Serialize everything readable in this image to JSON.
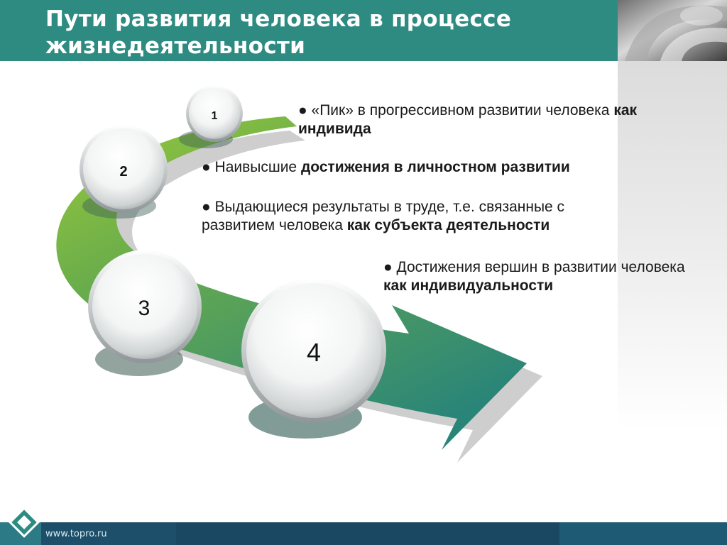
{
  "slide": {
    "title": "Пути развития человека в процессе жизнедеятельности",
    "footer_url": "www.topro.ru"
  },
  "steps": [
    {
      "number": "1"
    },
    {
      "number": "2"
    },
    {
      "number": "3"
    },
    {
      "number": "4"
    }
  ],
  "bullets": [
    {
      "marker": "●",
      "text": " «Пик» в прогрессивном развитии человека ",
      "bold": "как индивида"
    },
    {
      "marker": "●",
      "text": " Наивысшие ",
      "bold": "достижения в личностном развитии"
    },
    {
      "marker": "●",
      "text": " Выдающиеся результаты в труде, т.е. связанные с развитием человека ",
      "bold": "как субъекта деятельности"
    },
    {
      "marker": "●",
      "text": " Достижения вершин в развитии человека ",
      "bold": "как индивидуальности"
    }
  ],
  "colors": {
    "title_bar": "#2e8b82",
    "arrow_light": "#8cc63e",
    "arrow_dark": "#2a8579",
    "footer": "#1d4f6a"
  }
}
